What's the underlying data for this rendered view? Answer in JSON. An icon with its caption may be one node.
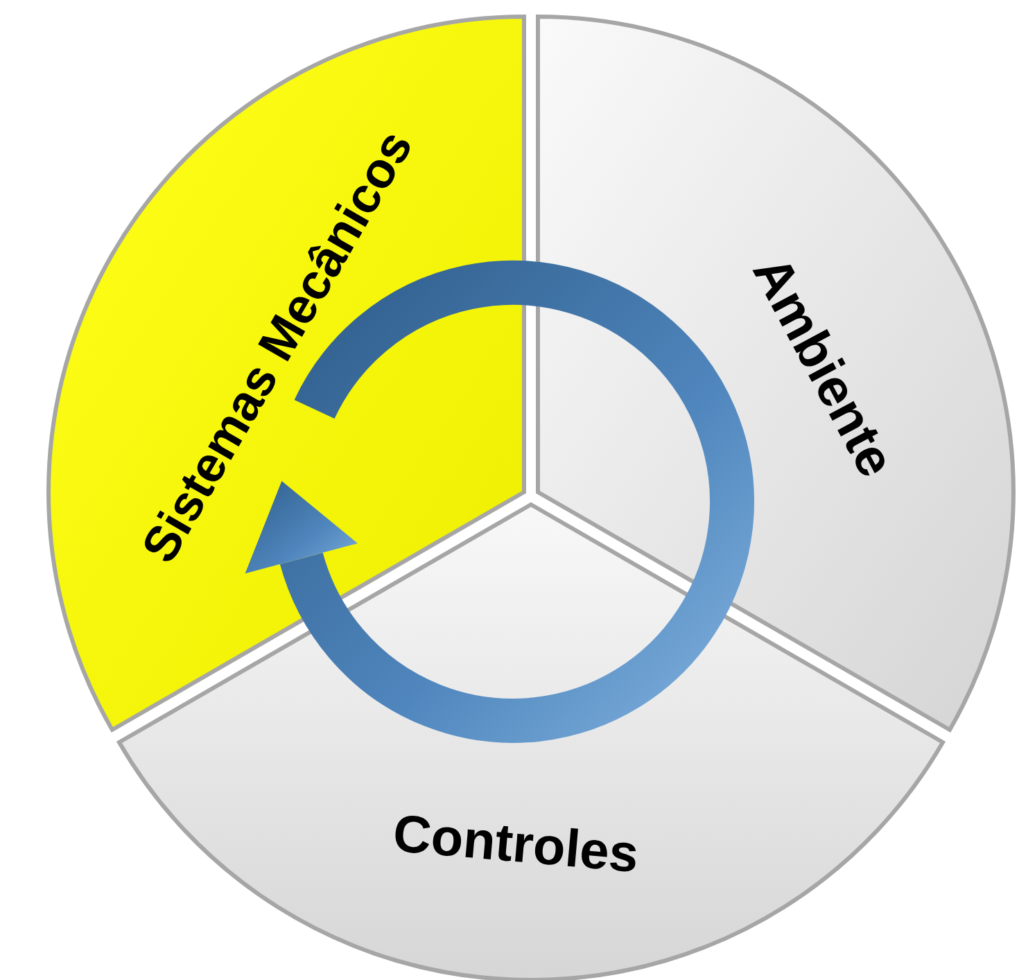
{
  "diagram": {
    "nodes": [
      {
        "text": [
          "Sistemas Mecânicos"
        ]
      },
      {
        "text": [
          "Ambiente"
        ]
      },
      {
        "text": [
          "Controles"
        ]
      }
    ]
  }
}
